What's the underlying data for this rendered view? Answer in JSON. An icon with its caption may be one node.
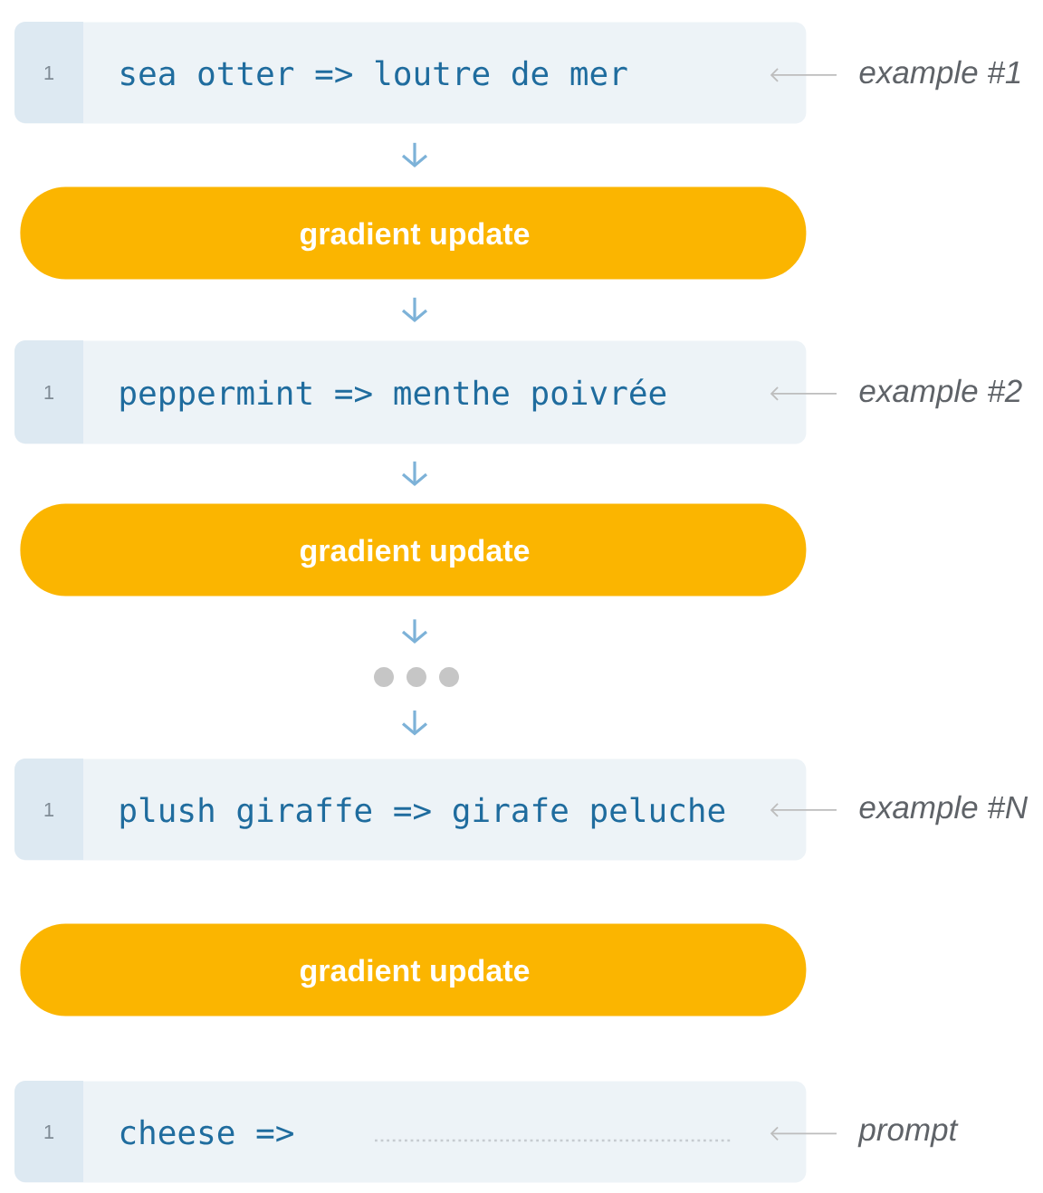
{
  "diagram": {
    "nodes": [
      {
        "text": [
          "1",
          "sea otter => loutre de mer"
        ]
      },
      {
        "text": [
          "example #1"
        ]
      },
      {
        "text": [
          "gradient update"
        ]
      },
      {
        "text": [
          "1",
          "peppermint => menthe poivrée"
        ]
      },
      {
        "text": [
          "example #2"
        ]
      },
      {
        "text": [
          "gradient update"
        ]
      },
      {
        "text": [],
        "shape": "dots"
      },
      {
        "text": [
          "1",
          "plush giraffe => girafe peluche"
        ]
      },
      {
        "text": [
          "example #N"
        ]
      },
      {
        "text": [
          "gradient update"
        ]
      },
      {
        "text": [
          "1",
          "cheese =>"
        ]
      },
      {
        "text": [
          "prompt"
        ]
      }
    ],
    "edges": [
      {
        "from": 1,
        "to": 0,
        "arrow": "to",
        "color": "#bdbdbd"
      },
      {
        "from": 0,
        "to": 2,
        "arrow": "to"
      },
      {
        "from": 2,
        "to": 3,
        "arrow": "to"
      },
      {
        "from": 4,
        "to": 3,
        "arrow": "to",
        "color": "#bdbdbd"
      },
      {
        "from": 3,
        "to": 5,
        "arrow": "to"
      },
      {
        "from": 5,
        "to": 6,
        "arrow": "to"
      },
      {
        "from": 6,
        "to": 7,
        "arrow": "to"
      },
      {
        "from": 8,
        "to": 7,
        "arrow": "to",
        "color": "#bdbdbd"
      },
      {
        "from": 11,
        "to": 10,
        "arrow": "to",
        "color": "#bdbdbd"
      }
    ]
  }
}
